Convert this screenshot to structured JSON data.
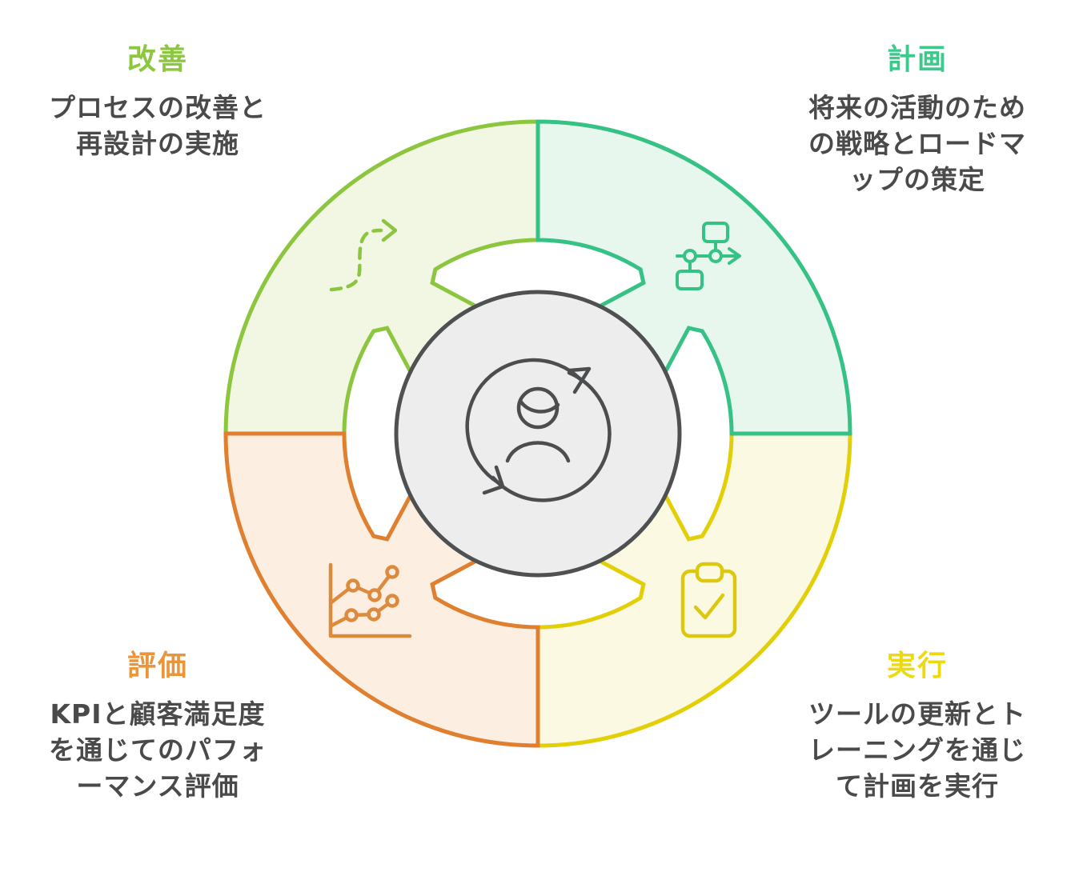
{
  "diagram_title": "",
  "background": "#FFFFFF",
  "text_color": "#4A4A4B",
  "quadrants": [
    {
      "id": "plan",
      "position": "top-right",
      "label": "計画",
      "desc": [
        "将来の活動のため",
        "の戦略とロードマ",
        "ップの策定"
      ],
      "accent": "#3CC98B",
      "fill": "#E8F7EE",
      "stroke": "#36C285",
      "icon_color": "#36C285",
      "icon": "flowchart-roadmap-icon"
    },
    {
      "id": "do",
      "position": "bottom-right",
      "label": "実行",
      "desc": [
        "ツールの更新とト",
        "レーニングを通じ",
        "て計画を実行"
      ],
      "accent": "#EDD90F",
      "fill": "#FCF9E3",
      "stroke": "#E3CF08",
      "icon_color": "#DCC80F",
      "icon": "clipboard-check-icon"
    },
    {
      "id": "check",
      "position": "bottom-left",
      "label": "評価",
      "desc": [
        "KPIと顧客満足度",
        "を通じてのパフォ",
        "ーマンス評価"
      ],
      "accent": "#E8953C",
      "fill": "#FCEEE0",
      "stroke": "#DF7F2F",
      "icon_color": "#DE8A3D",
      "icon": "line-chart-icon"
    },
    {
      "id": "act",
      "position": "top-left",
      "label": "改善",
      "desc": [
        "プロセスの改善と",
        "再設計の実施"
      ],
      "accent": "#8DC63F",
      "fill": "#F1F7E3",
      "stroke": "#8CC63E",
      "icon_color": "#8CC63E",
      "icon": "dashed-path-arrow-icon"
    }
  ],
  "center": {
    "icon": "person-sync-icon",
    "fill": "#EDEDEE",
    "stroke": "#4F5052",
    "icon_color": "#4C4D4F"
  }
}
